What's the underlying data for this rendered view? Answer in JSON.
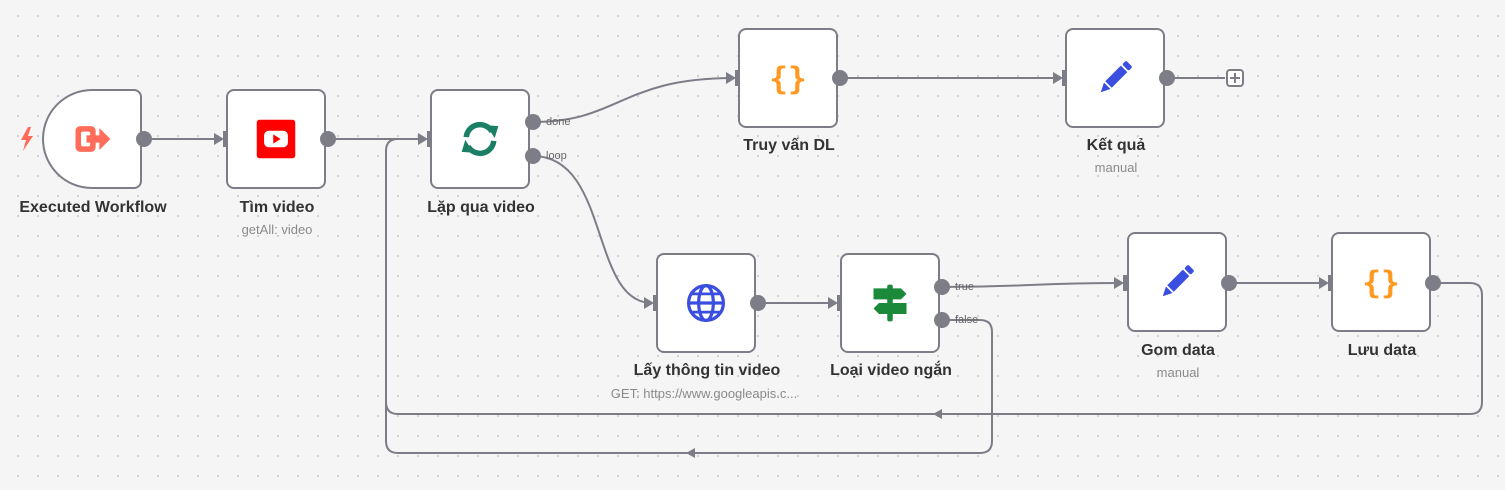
{
  "workflow": {
    "nodes": [
      {
        "id": "executed_workflow",
        "title": "Executed Workflow",
        "subtitle": "",
        "icon": "exit-arrow-icon",
        "color": "#ff6d5a"
      },
      {
        "id": "tim_video",
        "title": "Tìm video",
        "subtitle": "getAll: video",
        "icon": "youtube-icon",
        "color": "#ff0000"
      },
      {
        "id": "lap_qua_video",
        "title": "Lặp qua video",
        "subtitle": "",
        "icon": "loop-arrows-icon",
        "color": "#1a7f64"
      },
      {
        "id": "truy_van_dl",
        "title": "Truy vấn DL",
        "subtitle": "",
        "icon": "curly-braces-icon",
        "color": "#ff9922"
      },
      {
        "id": "ket_qua",
        "title": "Kết quả",
        "subtitle": "manual",
        "icon": "pencil-icon",
        "color": "#3a4ee0"
      },
      {
        "id": "lay_thong_tin_video",
        "title": "Lấy thông tin video",
        "subtitle": "GET: https://www.googleapis.c...",
        "icon": "globe-icon",
        "color": "#3a4ee0"
      },
      {
        "id": "loai_video_ngan",
        "title": "Loại video ngắn",
        "subtitle": "",
        "icon": "signpost-icon",
        "color": "#1a8a3a"
      },
      {
        "id": "gom_data",
        "title": "Gom data",
        "subtitle": "manual",
        "icon": "pencil-icon",
        "color": "#3a4ee0"
      },
      {
        "id": "luu_data",
        "title": "Lưu data",
        "subtitle": "",
        "icon": "curly-braces-icon",
        "color": "#ff9922"
      }
    ],
    "port_labels": {
      "done": "done",
      "loop": "loop",
      "true": "true",
      "false": "false"
    },
    "connections": [
      {
        "from": "executed_workflow",
        "to": "tim_video"
      },
      {
        "from": "tim_video",
        "to": "lap_qua_video"
      },
      {
        "from": "lap_qua_video",
        "port": "done",
        "to": "truy_van_dl"
      },
      {
        "from": "lap_qua_video",
        "port": "loop",
        "to": "lay_thong_tin_video"
      },
      {
        "from": "truy_van_dl",
        "to": "ket_qua"
      },
      {
        "from": "lay_thong_tin_video",
        "to": "loai_video_ngan"
      },
      {
        "from": "loai_video_ngan",
        "port": "true",
        "to": "gom_data"
      },
      {
        "from": "loai_video_ngan",
        "port": "false",
        "to": "lap_qua_video"
      },
      {
        "from": "gom_data",
        "to": "luu_data"
      },
      {
        "from": "luu_data",
        "to": "lap_qua_video"
      }
    ],
    "colors": {
      "edge": "#7d7d87",
      "node_border": "#7d7d87",
      "trigger_bolt": "#ff6d5a"
    }
  }
}
